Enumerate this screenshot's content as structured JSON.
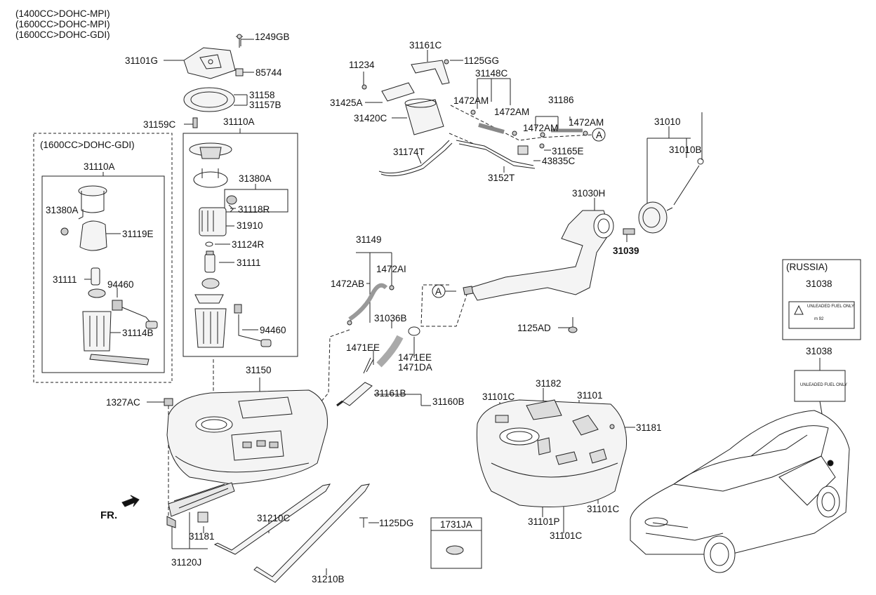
{
  "engine_variants": [
    "(1400CC>DOHC-MPI)",
    "(1600CC>DOHC-MPI)",
    "(1600CC>DOHC-GDI)"
  ],
  "gdi_box_title": "(1600CC>DOHC-GDI)",
  "russia_box_title": "(RUSSIA)",
  "front_label": "FR.",
  "callout_a": "A",
  "parts": [
    "1249GB",
    "31101G",
    "85744",
    "31158",
    "31157B",
    "31159C",
    "31110A",
    "31110A",
    "31380A",
    "31118R",
    "31380A",
    "31119E",
    "31910",
    "31124R",
    "31111",
    "31111",
    "94460",
    "94460",
    "31114B",
    "11234",
    "31161C",
    "1125GG",
    "31148C",
    "31425A",
    "1472AM",
    "1472AM",
    "31186",
    "31420C",
    "1472AM",
    "1472AM",
    "31174T",
    "31165E",
    "43835C",
    "3152T",
    "31010",
    "31010B",
    "31030H",
    "31039",
    "31149",
    "1472AI",
    "1472AB",
    "31036B",
    "1471EE",
    "1471EE",
    "1471DA",
    "31161B",
    "31160B",
    "31150",
    "1327AC",
    "1125AD",
    "31038",
    "31038",
    "31182",
    "31101C",
    "31101",
    "31181",
    "31101P",
    "31101C",
    "31101C",
    "31210C",
    "1125DG",
    "31181",
    "31120J",
    "31210B",
    "1731JA"
  ],
  "label_sticker_lines": [
    "UNLEADED FUEL ONLY",
    "m 92"
  ],
  "label_sticker2_lines": [
    "UNLEADED FUEL ONLY"
  ],
  "colors": {
    "ink": "#111111",
    "line": "#222222",
    "fill": "#f4f4f4",
    "shade": "#bdbdbd"
  }
}
